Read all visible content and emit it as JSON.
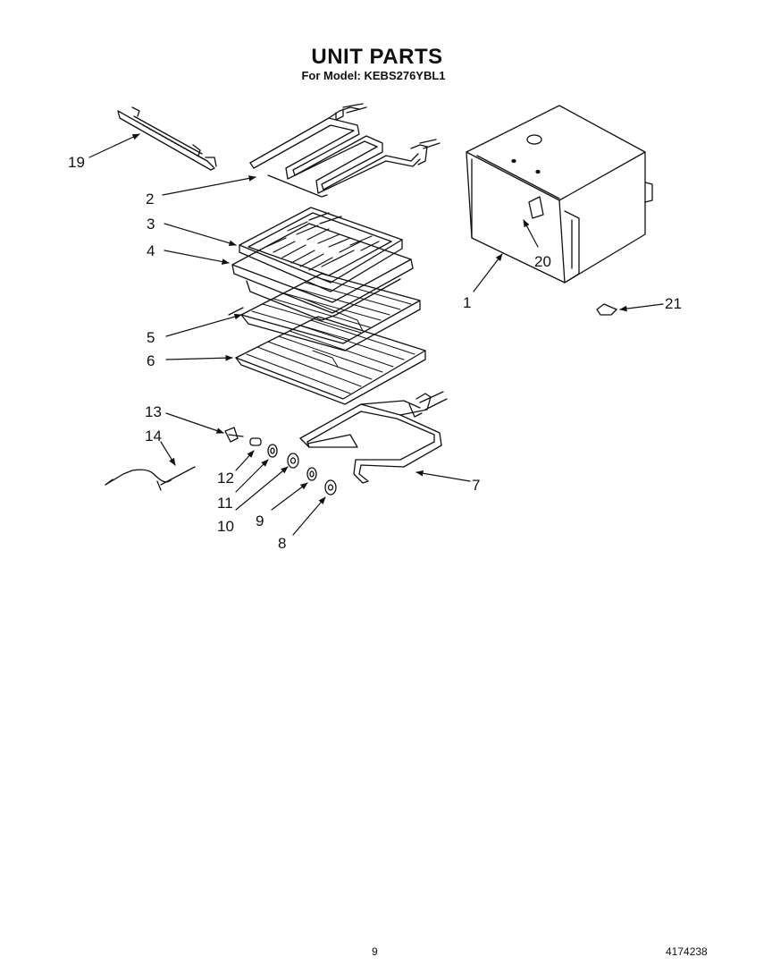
{
  "header": {
    "title": "UNIT PARTS",
    "model_line": "For Model: KEBS276YBL1"
  },
  "callouts": [
    "1",
    "2",
    "3",
    "4",
    "5",
    "6",
    "7",
    "8",
    "9",
    "10",
    "11",
    "12",
    "13",
    "14",
    "19",
    "20",
    "21"
  ],
  "footer": {
    "page_number": "9",
    "document_number": "4174238"
  }
}
